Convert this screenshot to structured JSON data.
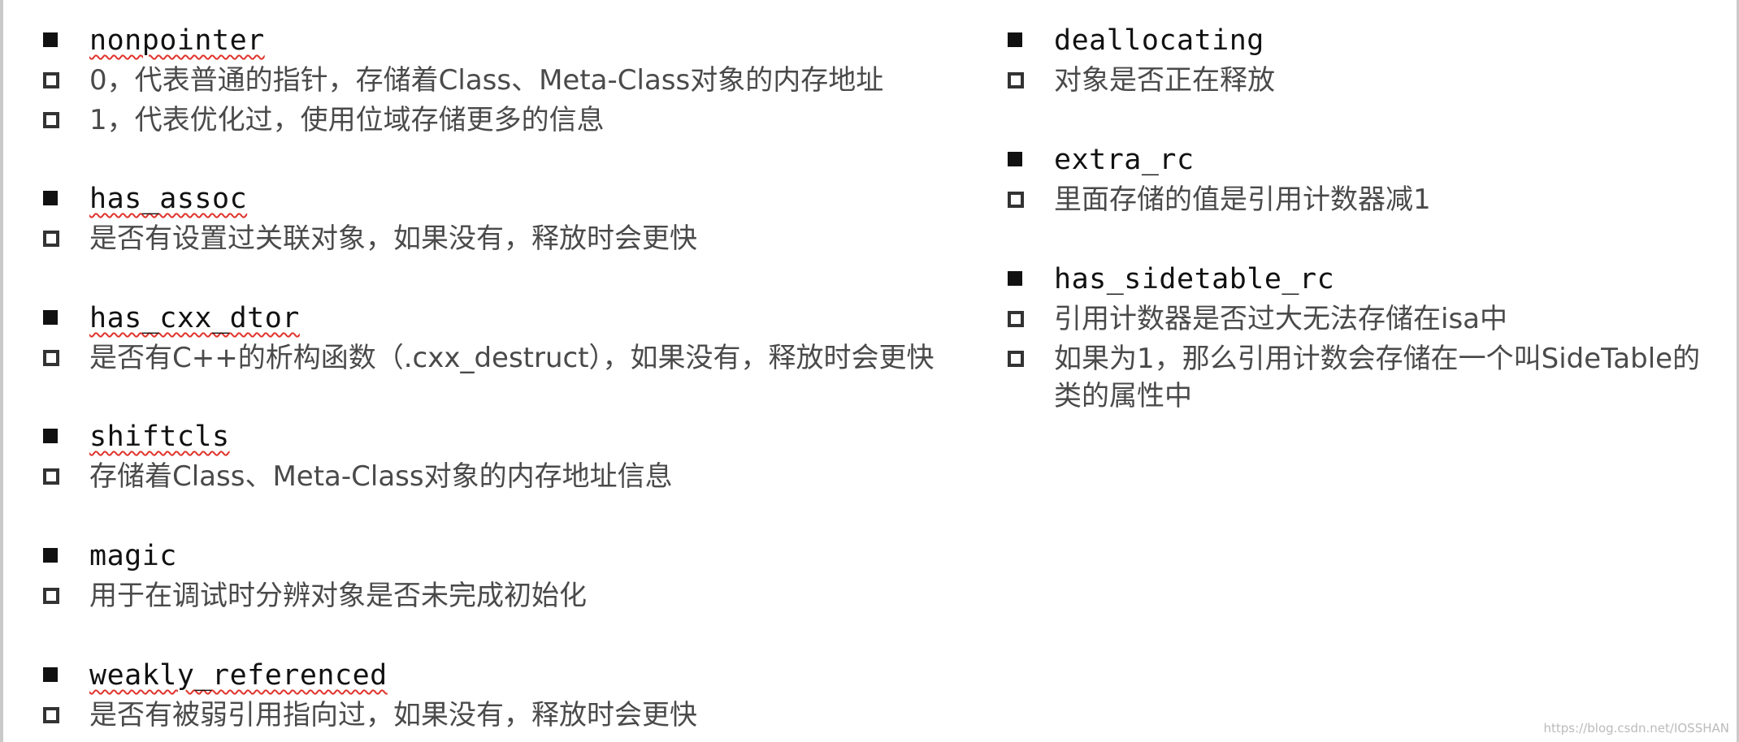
{
  "left_fields": [
    {
      "term": "nonpointer",
      "spell": true,
      "descs": [
        "0，代表普通的指针，存储着Class、Meta-Class对象的内存地址",
        "1，代表优化过，使用位域存储更多的信息"
      ]
    },
    {
      "term": "has_assoc",
      "spell": true,
      "descs": [
        "是否有设置过关联对象，如果没有，释放时会更快"
      ]
    },
    {
      "term": "has_cxx_dtor",
      "spell": true,
      "descs": [
        "是否有C++的析构函数（.cxx_destruct），如果没有，释放时会更快"
      ]
    },
    {
      "term": "shiftcls",
      "spell": true,
      "descs": [
        "存储着Class、Meta-Class对象的内存地址信息"
      ]
    },
    {
      "term": "magic",
      "spell": false,
      "descs": [
        "用于在调试时分辨对象是否未完成初始化"
      ]
    },
    {
      "term": "weakly_referenced",
      "spell": true,
      "descs": [
        "是否有被弱引用指向过，如果没有，释放时会更快"
      ]
    }
  ],
  "right_fields": [
    {
      "term": "deallocating",
      "spell": false,
      "descs": [
        "对象是否正在释放"
      ]
    },
    {
      "term": "extra_rc",
      "spell": false,
      "descs": [
        "里面存储的值是引用计数器减1"
      ]
    },
    {
      "term": "has_sidetable_rc",
      "spell": false,
      "descs": [
        "引用计数器是否过大无法存储在isa中",
        "如果为1，那么引用计数会存储在一个叫SideTable的类的属性中"
      ]
    }
  ],
  "watermark": "https://blog.csdn.net/IOSSHAN"
}
